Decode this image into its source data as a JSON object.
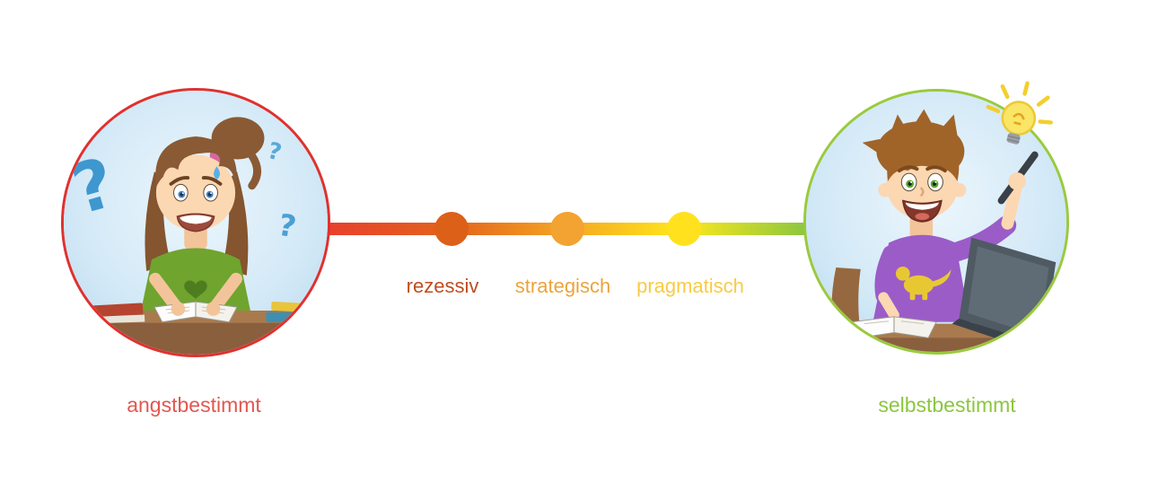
{
  "diagram": {
    "axis": {
      "left_end_label": "angstbestimmt",
      "right_end_label": "selbstbestimmt",
      "left_label_color": "#e25750",
      "right_label_color": "#8cc63f",
      "gradient_stops": [
        "#e8402c",
        "#e2641c",
        "#f5a623",
        "#ffe81c",
        "#8cc63f"
      ],
      "points": [
        {
          "label": "rezessiv",
          "dot_color": "#dd6018",
          "label_color": "#bf4d1f"
        },
        {
          "label": "strategisch",
          "dot_color": "#f2a331",
          "label_color": "#eaa43e"
        },
        {
          "label": "pragmatisch",
          "dot_color": "#ffe11e",
          "label_color": "#f8cb44"
        }
      ]
    },
    "circles": {
      "left": {
        "border_color": "#e0312e",
        "illustration": "worried-girl-studying-with-question-marks"
      },
      "right": {
        "border_color": "#9aca3c",
        "illustration": "happy-boy-writing-with-laptop-and-lightbulb"
      }
    }
  }
}
